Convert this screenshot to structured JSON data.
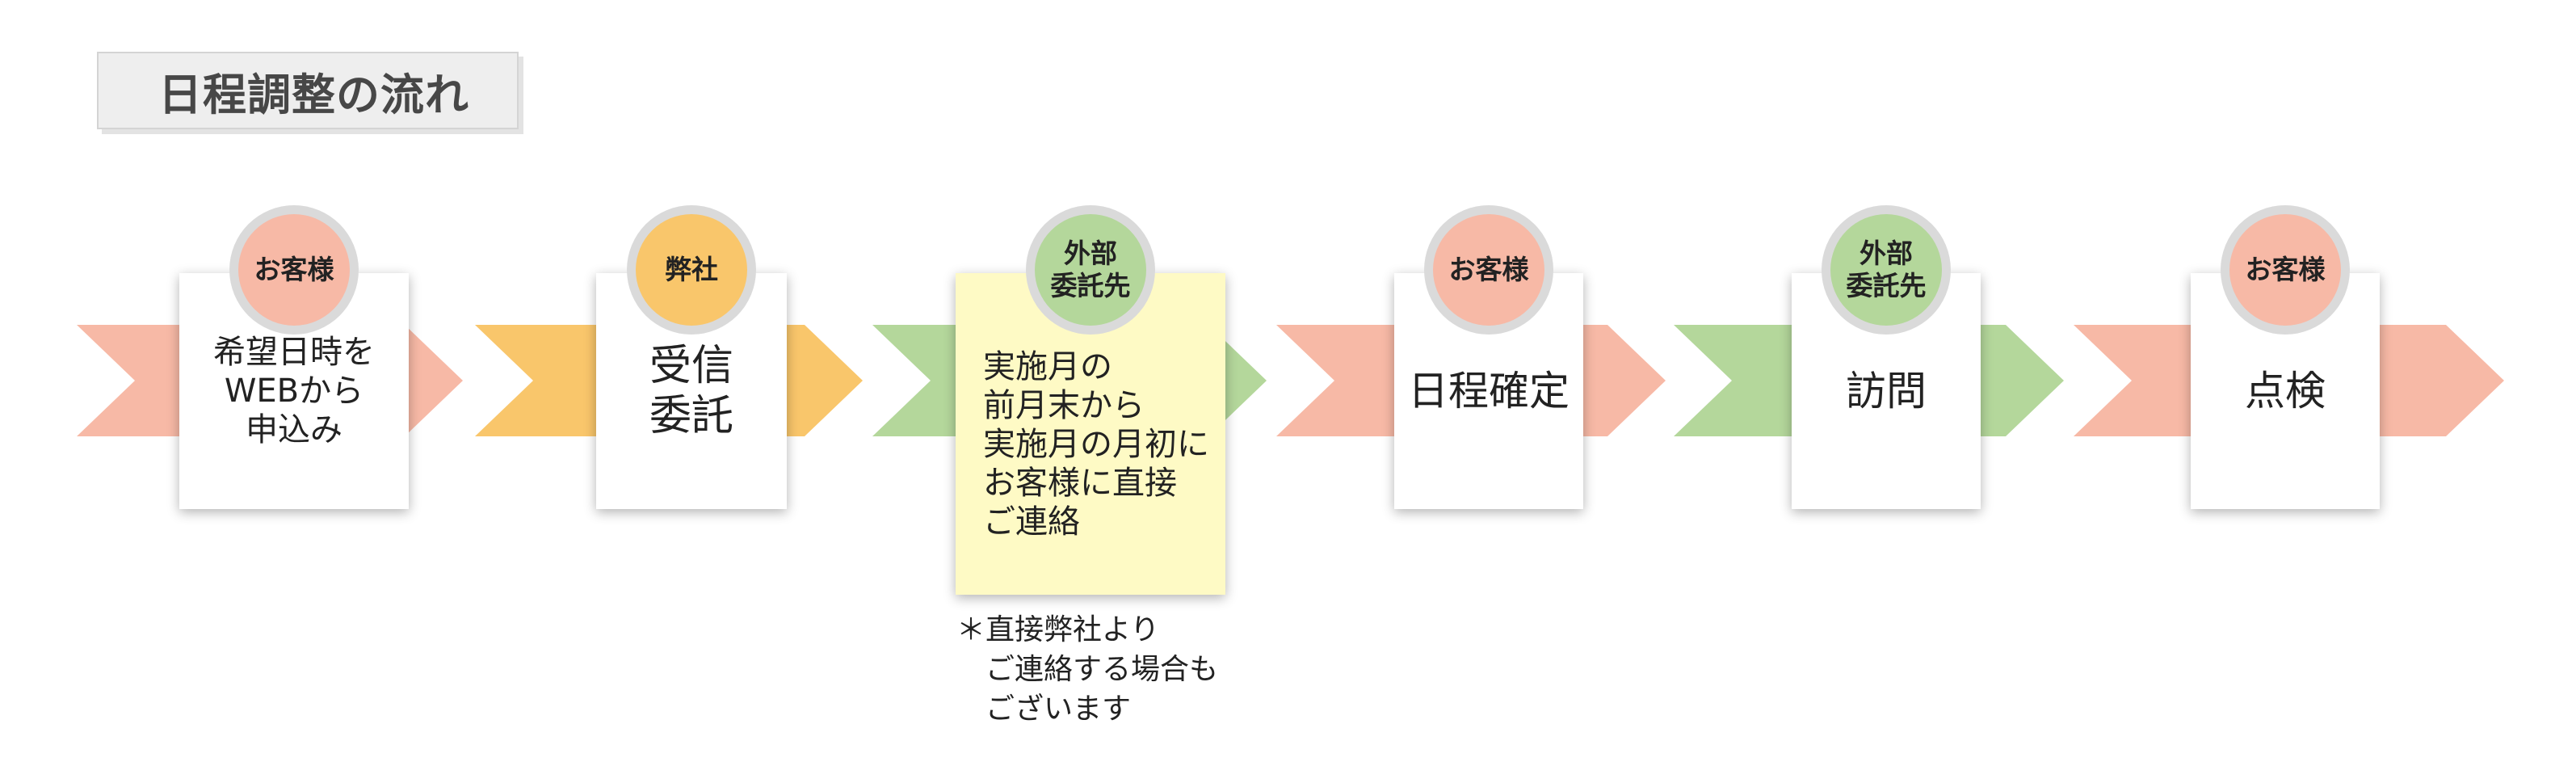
{
  "title": "日程調整の流れ",
  "colors": {
    "customer": "#f7b9a6",
    "company": "#f9c66b",
    "contractor": "#b4d79b",
    "highlight": "#fefac5",
    "circle_ring": "#dadada"
  },
  "steps": [
    {
      "actor": "お客様",
      "actor_type": "customer",
      "text": "希望日時を\nWEBから\n申込み"
    },
    {
      "actor": "弊社",
      "actor_type": "company",
      "text": "受信\n委託"
    },
    {
      "actor": "外部\n委託先",
      "actor_type": "contractor",
      "text": "実施月の\n前月末から\n実施月の月初に\nお客様に直接\nご連絡"
    },
    {
      "actor": "お客様",
      "actor_type": "customer",
      "text": "日程確定"
    },
    {
      "actor": "外部\n委託先",
      "actor_type": "contractor",
      "text": "訪問"
    },
    {
      "actor": "お客様",
      "actor_type": "customer",
      "text": "点検"
    }
  ],
  "note": "＊直接弊社より\n　ご連絡する場合も\n　ございます"
}
